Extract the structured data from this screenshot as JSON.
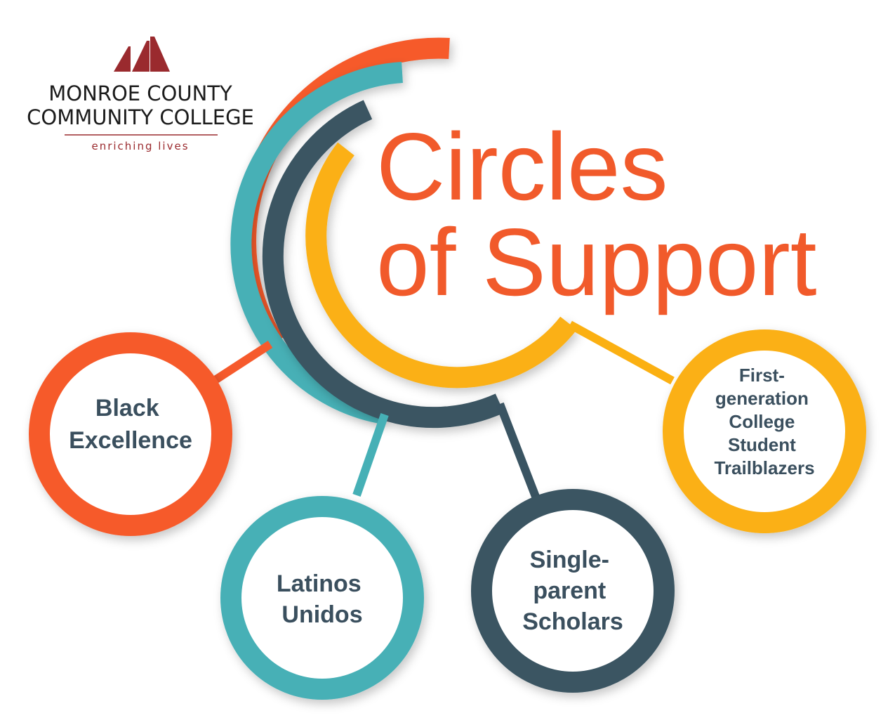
{
  "logo": {
    "line1": "MONROE COUNTY",
    "line2": "COMMUNITY COLLEGE",
    "tagline": "enriching lives"
  },
  "title": {
    "line1": "Circles",
    "line2": "of Support"
  },
  "colors": {
    "orange": "#f65a2c",
    "teal": "#46b0b6",
    "slate": "#3a5462",
    "gold": "#fbb012",
    "brand_red": "#9a2a2e",
    "title": "#f15a2b",
    "label": "#3a4f5e"
  },
  "groups": [
    {
      "lines": [
        "Black",
        "Excellence"
      ],
      "color": "orange"
    },
    {
      "lines": [
        "Latinos",
        "Unidos"
      ],
      "color": "teal"
    },
    {
      "lines": [
        "Single-",
        "parent",
        "Scholars"
      ],
      "color": "slate"
    },
    {
      "lines": [
        "First-",
        "generation",
        "College",
        "Student",
        "Trailblazers"
      ],
      "color": "gold"
    }
  ]
}
